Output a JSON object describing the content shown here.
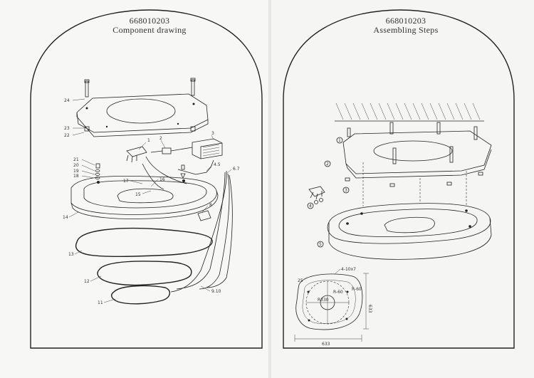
{
  "left_panel": {
    "model_number": "668010203",
    "title": "Component drawing",
    "part_labels": [
      "24",
      "23",
      "22",
      "1",
      "2",
      "3",
      "21",
      "20",
      "19",
      "18",
      "17",
      "16",
      "15",
      "4.5",
      "6.7",
      "8",
      "14",
      "13",
      "12",
      "11",
      "9.10"
    ]
  },
  "right_panel": {
    "model_number": "668010203",
    "title": "Assembling Steps",
    "step_labels": [
      "1",
      "2",
      "3",
      "4",
      "5"
    ],
    "dimensions": {
      "bottom": "633",
      "right": "633",
      "corner": "4-10x7",
      "inner_radius": "R330",
      "hole_a": "R-60",
      "hole_b": "R-60",
      "ref": "25"
    }
  }
}
